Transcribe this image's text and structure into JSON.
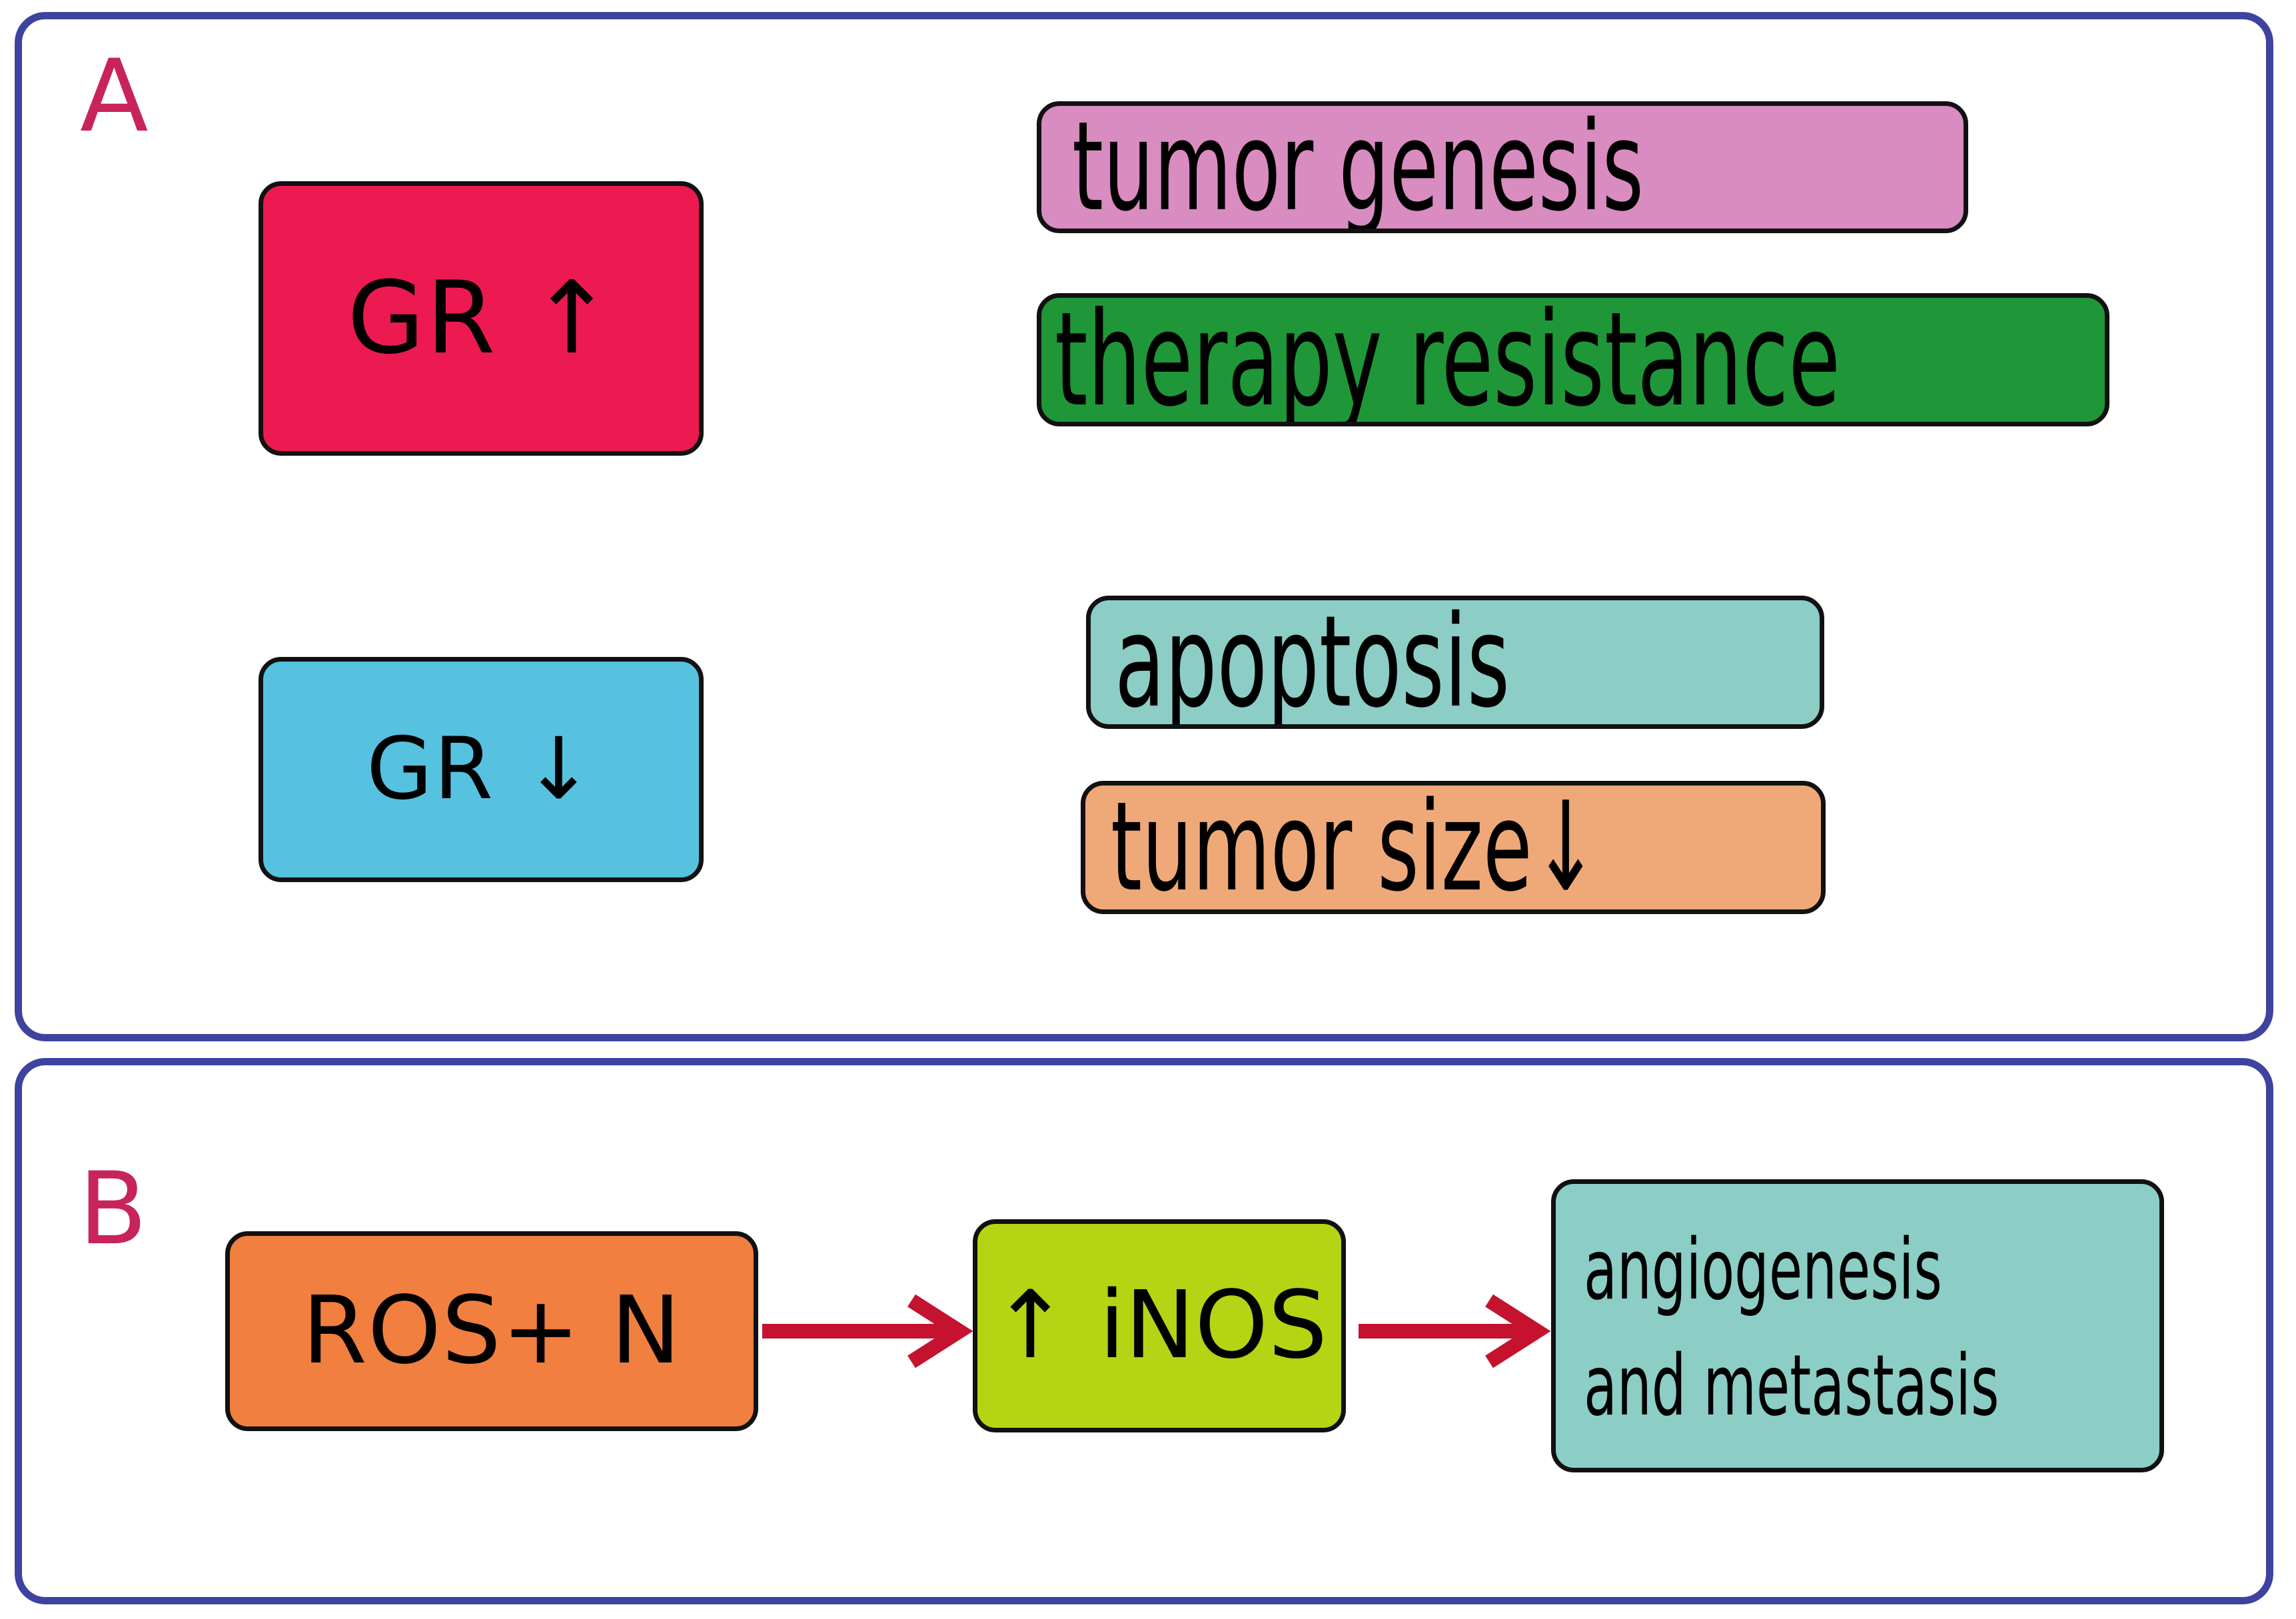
{
  "figure": {
    "panels": [
      {
        "id": "A",
        "letter": "A",
        "letter_color": "#c9235b",
        "border_color": "#3e43a0",
        "nodes": [
          {
            "name": "gr-up",
            "text": "GR ↑",
            "fill": "#ec1a51",
            "stroke": "#111111"
          },
          {
            "name": "gr-down",
            "text": "GR ↓",
            "fill": "#57c1e0",
            "stroke": "#111111"
          },
          {
            "name": "tumor-genesis",
            "text": "tumor genesis",
            "fill": "#d98cc0",
            "stroke": "#111111"
          },
          {
            "name": "therapy-resistance",
            "text": "therapy resistance",
            "fill": "#1f9738",
            "stroke": "#111111"
          },
          {
            "name": "apoptosis",
            "text": "apoptosis",
            "fill": "#8ccec6",
            "stroke": "#111111"
          },
          {
            "name": "tumor-size",
            "text": "tumor size↓",
            "fill": "#efa978",
            "stroke": "#111111"
          }
        ]
      },
      {
        "id": "B",
        "letter": "B",
        "letter_color": "#c9235b",
        "border_color": "#3e43a0",
        "nodes": [
          {
            "name": "ros-n",
            "text": "ROS+ N",
            "fill": "#f07f40",
            "stroke": "#111111"
          },
          {
            "name": "inos",
            "text": "↑ iNOS",
            "fill": "#b5d413",
            "stroke": "#111111"
          },
          {
            "name": "angiogenesis-metastasis",
            "line1": "angiogenesis",
            "line2": "and metastasis",
            "fill": "#8ccec6",
            "stroke": "#111111"
          }
        ],
        "arrows": [
          {
            "name": "ros-to-inos",
            "from": "ros-n",
            "to": "inos",
            "color": "#c4122f",
            "style": "solid-open-head"
          },
          {
            "name": "inos-to-angio",
            "from": "inos",
            "to": "angiogenesis-metastasis",
            "color": "#c4122f",
            "style": "solid-open-head"
          }
        ]
      }
    ]
  },
  "panelA": {
    "letter": "A",
    "gr_up": "GR ↑",
    "gr_down": "GR ↓",
    "tumor_genesis": "tumor genesis",
    "therapy_resistance": "therapy resistance",
    "apoptosis": "apoptosis",
    "tumor_size": "tumor size↓"
  },
  "panelB": {
    "letter": "B",
    "ros": "ROS+ N",
    "inos": "↑ iNOS",
    "angio_line1": "angiogenesis",
    "angio_line2": "and metastasis"
  },
  "colors": {
    "panel_border": "#3e43a0",
    "panel_letter": "#c9235b",
    "node_outline": "#111111",
    "arrow": "#c4122f",
    "gr_up_fill": "#ec1a51",
    "gr_down_fill": "#57c1e0",
    "tumor_genesis_fill": "#d98cc0",
    "therapy_resistance_fill": "#1f9738",
    "apoptosis_fill": "#8ccec6",
    "tumor_size_fill": "#efa978",
    "ros_fill": "#f07f40",
    "inos_fill": "#b5d413",
    "angio_fill": "#8ccec6",
    "background": "#ffffff"
  }
}
